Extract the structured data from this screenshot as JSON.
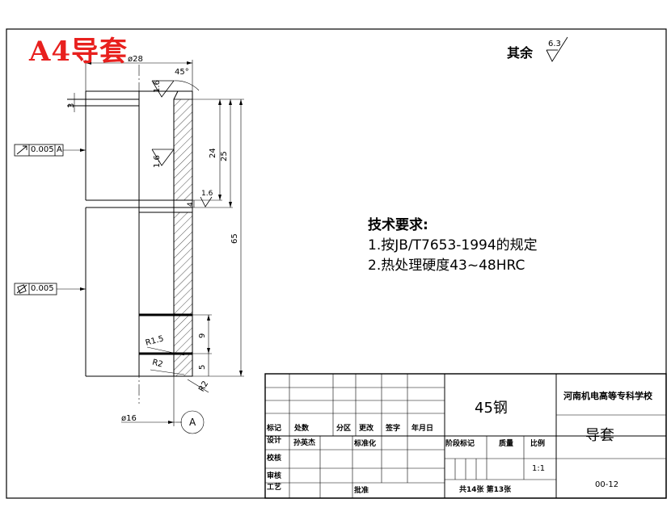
{
  "title": "A4导套",
  "surface_note": {
    "text": "其余",
    "roughness": "6.3"
  },
  "tech_requirements": {
    "heading": "技术要求:",
    "items": [
      "1.按JB/T7653-1994的规定",
      "2.热处理硬度43~48HRC"
    ]
  },
  "dimensions": {
    "outer_dia": "ø28",
    "inner_dia": "ø16",
    "chamfer": "45°",
    "roughness_top": "1.6",
    "roughness_mid": "1.6",
    "roughness_groove": "1.6",
    "groove_width": "3",
    "len_24": "24",
    "len_25": "25",
    "len_65": "65",
    "len_9": "9",
    "len_5": "5",
    "len_4": "4",
    "radius_r15": "R1.5",
    "radius_r2a": "R2",
    "radius_r2b": "R2"
  },
  "tolerances": [
    {
      "symbol": "runout",
      "value": "0.005",
      "datum": "A"
    },
    {
      "symbol": "cylindricity",
      "value": "0.005"
    }
  ],
  "datum_label": "A",
  "title_block": {
    "material": "45钢",
    "school": "河南机电高等专科学校",
    "part_name": "导套",
    "drawing_no": "00-12",
    "scale_value": "1:1",
    "sheet_info": "共14张 第13张",
    "headers": {
      "mark": "标记",
      "count": "处数",
      "zone": "分区",
      "change_doc": "更改",
      "sign": "签字",
      "date": "年月日",
      "design": "设计",
      "designer": "孙英杰",
      "standard": "标准化",
      "stage_mark": "阶段标记",
      "weight": "质量",
      "scale": "比例",
      "check": "校核",
      "review": "审核",
      "process": "工艺",
      "approve": "批准"
    }
  }
}
